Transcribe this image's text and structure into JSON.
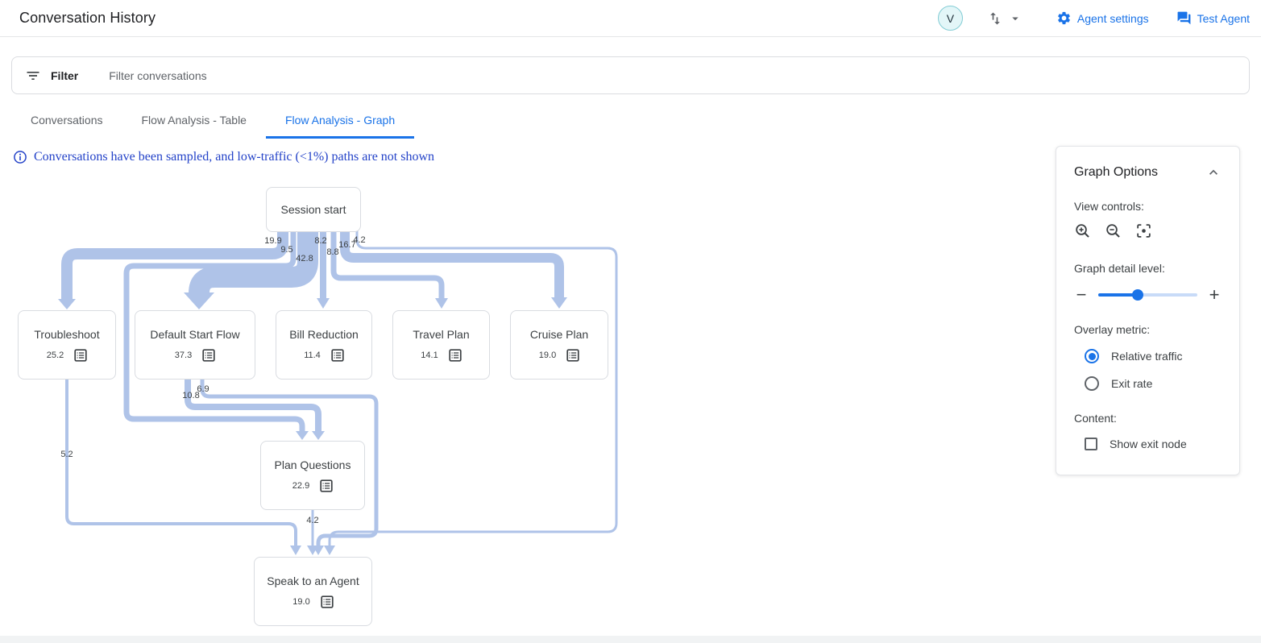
{
  "header": {
    "title": "Conversation History",
    "avatar_letter": "V",
    "agent_settings_label": "Agent settings",
    "test_agent_label": "Test Agent"
  },
  "filter_bar": {
    "label": "Filter",
    "placeholder": "Filter conversations"
  },
  "tabs": [
    {
      "label": "Conversations",
      "active": false
    },
    {
      "label": "Flow Analysis - Table",
      "active": false
    },
    {
      "label": "Flow Analysis - Graph",
      "active": true
    }
  ],
  "notice": {
    "text": "Conversations have been sampled, and low-traffic (<1%) paths are not shown"
  },
  "graph": {
    "nodes": [
      {
        "id": "session-start",
        "label": "Session start"
      },
      {
        "id": "troubleshoot",
        "label": "Troubleshoot",
        "value": "25.2"
      },
      {
        "id": "default-start-flow",
        "label": "Default Start Flow",
        "value": "37.3"
      },
      {
        "id": "bill-reduction",
        "label": "Bill Reduction",
        "value": "11.4"
      },
      {
        "id": "travel-plan",
        "label": "Travel Plan",
        "value": "14.1"
      },
      {
        "id": "cruise-plan",
        "label": "Cruise Plan",
        "value": "19.0"
      },
      {
        "id": "plan-questions",
        "label": "Plan Questions",
        "value": "22.9"
      },
      {
        "id": "speak-to-an-agent",
        "label": "Speak to an Agent",
        "value": "19.0"
      }
    ],
    "edges": [
      {
        "from": "Session start",
        "to": "Troubleshoot",
        "value": "19.9"
      },
      {
        "from": "Session start",
        "to": "Plan Questions",
        "value": "9.5"
      },
      {
        "from": "Session start",
        "to": "Default Start Flow",
        "value": "42.8"
      },
      {
        "from": "Session start",
        "to": "Bill Reduction",
        "value": "8.2"
      },
      {
        "from": "Session start",
        "to": "Travel Plan",
        "value": "8.8"
      },
      {
        "from": "Session start",
        "to": "Cruise Plan",
        "value": "16.7"
      },
      {
        "from": "Session start",
        "to": "Speak to an Agent",
        "value": "4.2"
      },
      {
        "from": "Default Start Flow",
        "to": "Plan Questions",
        "value": "10.8"
      },
      {
        "from": "Default Start Flow",
        "to": "Speak to an Agent",
        "value": "6.9"
      },
      {
        "from": "Troubleshoot",
        "to": "Speak to an Agent",
        "value": "5.2"
      },
      {
        "from": "Plan Questions",
        "to": "Speak to an Agent",
        "value": "4.2"
      }
    ]
  },
  "options_panel": {
    "title": "Graph Options",
    "view_controls_label": "View controls:",
    "detail_label": "Graph detail level:",
    "detail_percent": 40,
    "overlay_label": "Overlay metric:",
    "overlay_options": [
      {
        "label": "Relative traffic",
        "selected": true
      },
      {
        "label": "Exit rate",
        "selected": false
      }
    ],
    "content_label": "Content:",
    "show_exit_node_label": "Show exit node",
    "show_exit_node_checked": false
  },
  "colors": {
    "accent": "#1a73e8",
    "band": "#afc3e8",
    "notice_blue": "#2342c8"
  }
}
